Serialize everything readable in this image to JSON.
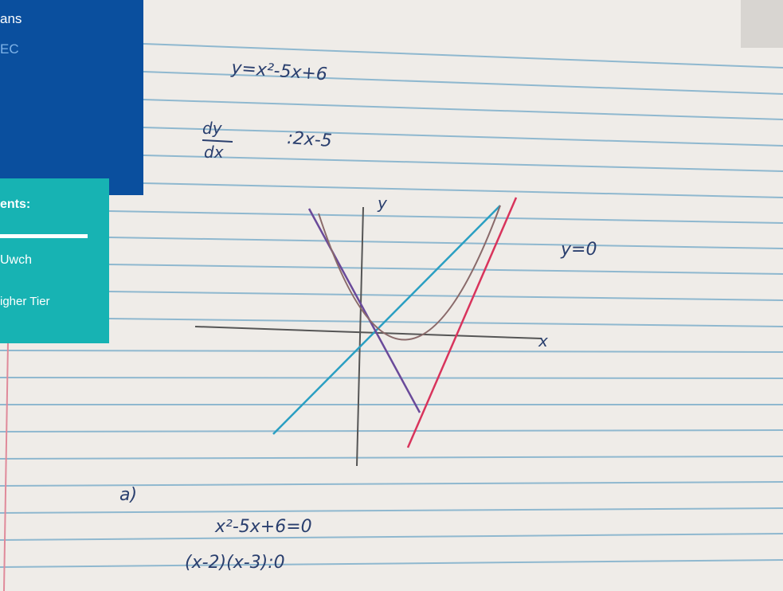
{
  "blue_panel": {
    "line1": "ans",
    "line2": "EC"
  },
  "teal_panel": {
    "heading": "ents:",
    "item1": "Uwch",
    "item2": "igher Tier"
  },
  "photo": {
    "paper_color": "#efece8",
    "line_color": "#8fb8cf",
    "margin_color": "#e08a9a",
    "handwriting": {
      "eq1": "y=x²-5x+6",
      "deriv_num": "dy",
      "deriv_den": "dx",
      "deriv_rhs": ":2x-5",
      "y_axis_label": "y",
      "x_axis_label": "x",
      "y_eq_zero": "y=0",
      "part_a": "a)",
      "line_b": "x²-5x+6=0",
      "line_c": "(x-2)(x-3):0"
    }
  }
}
